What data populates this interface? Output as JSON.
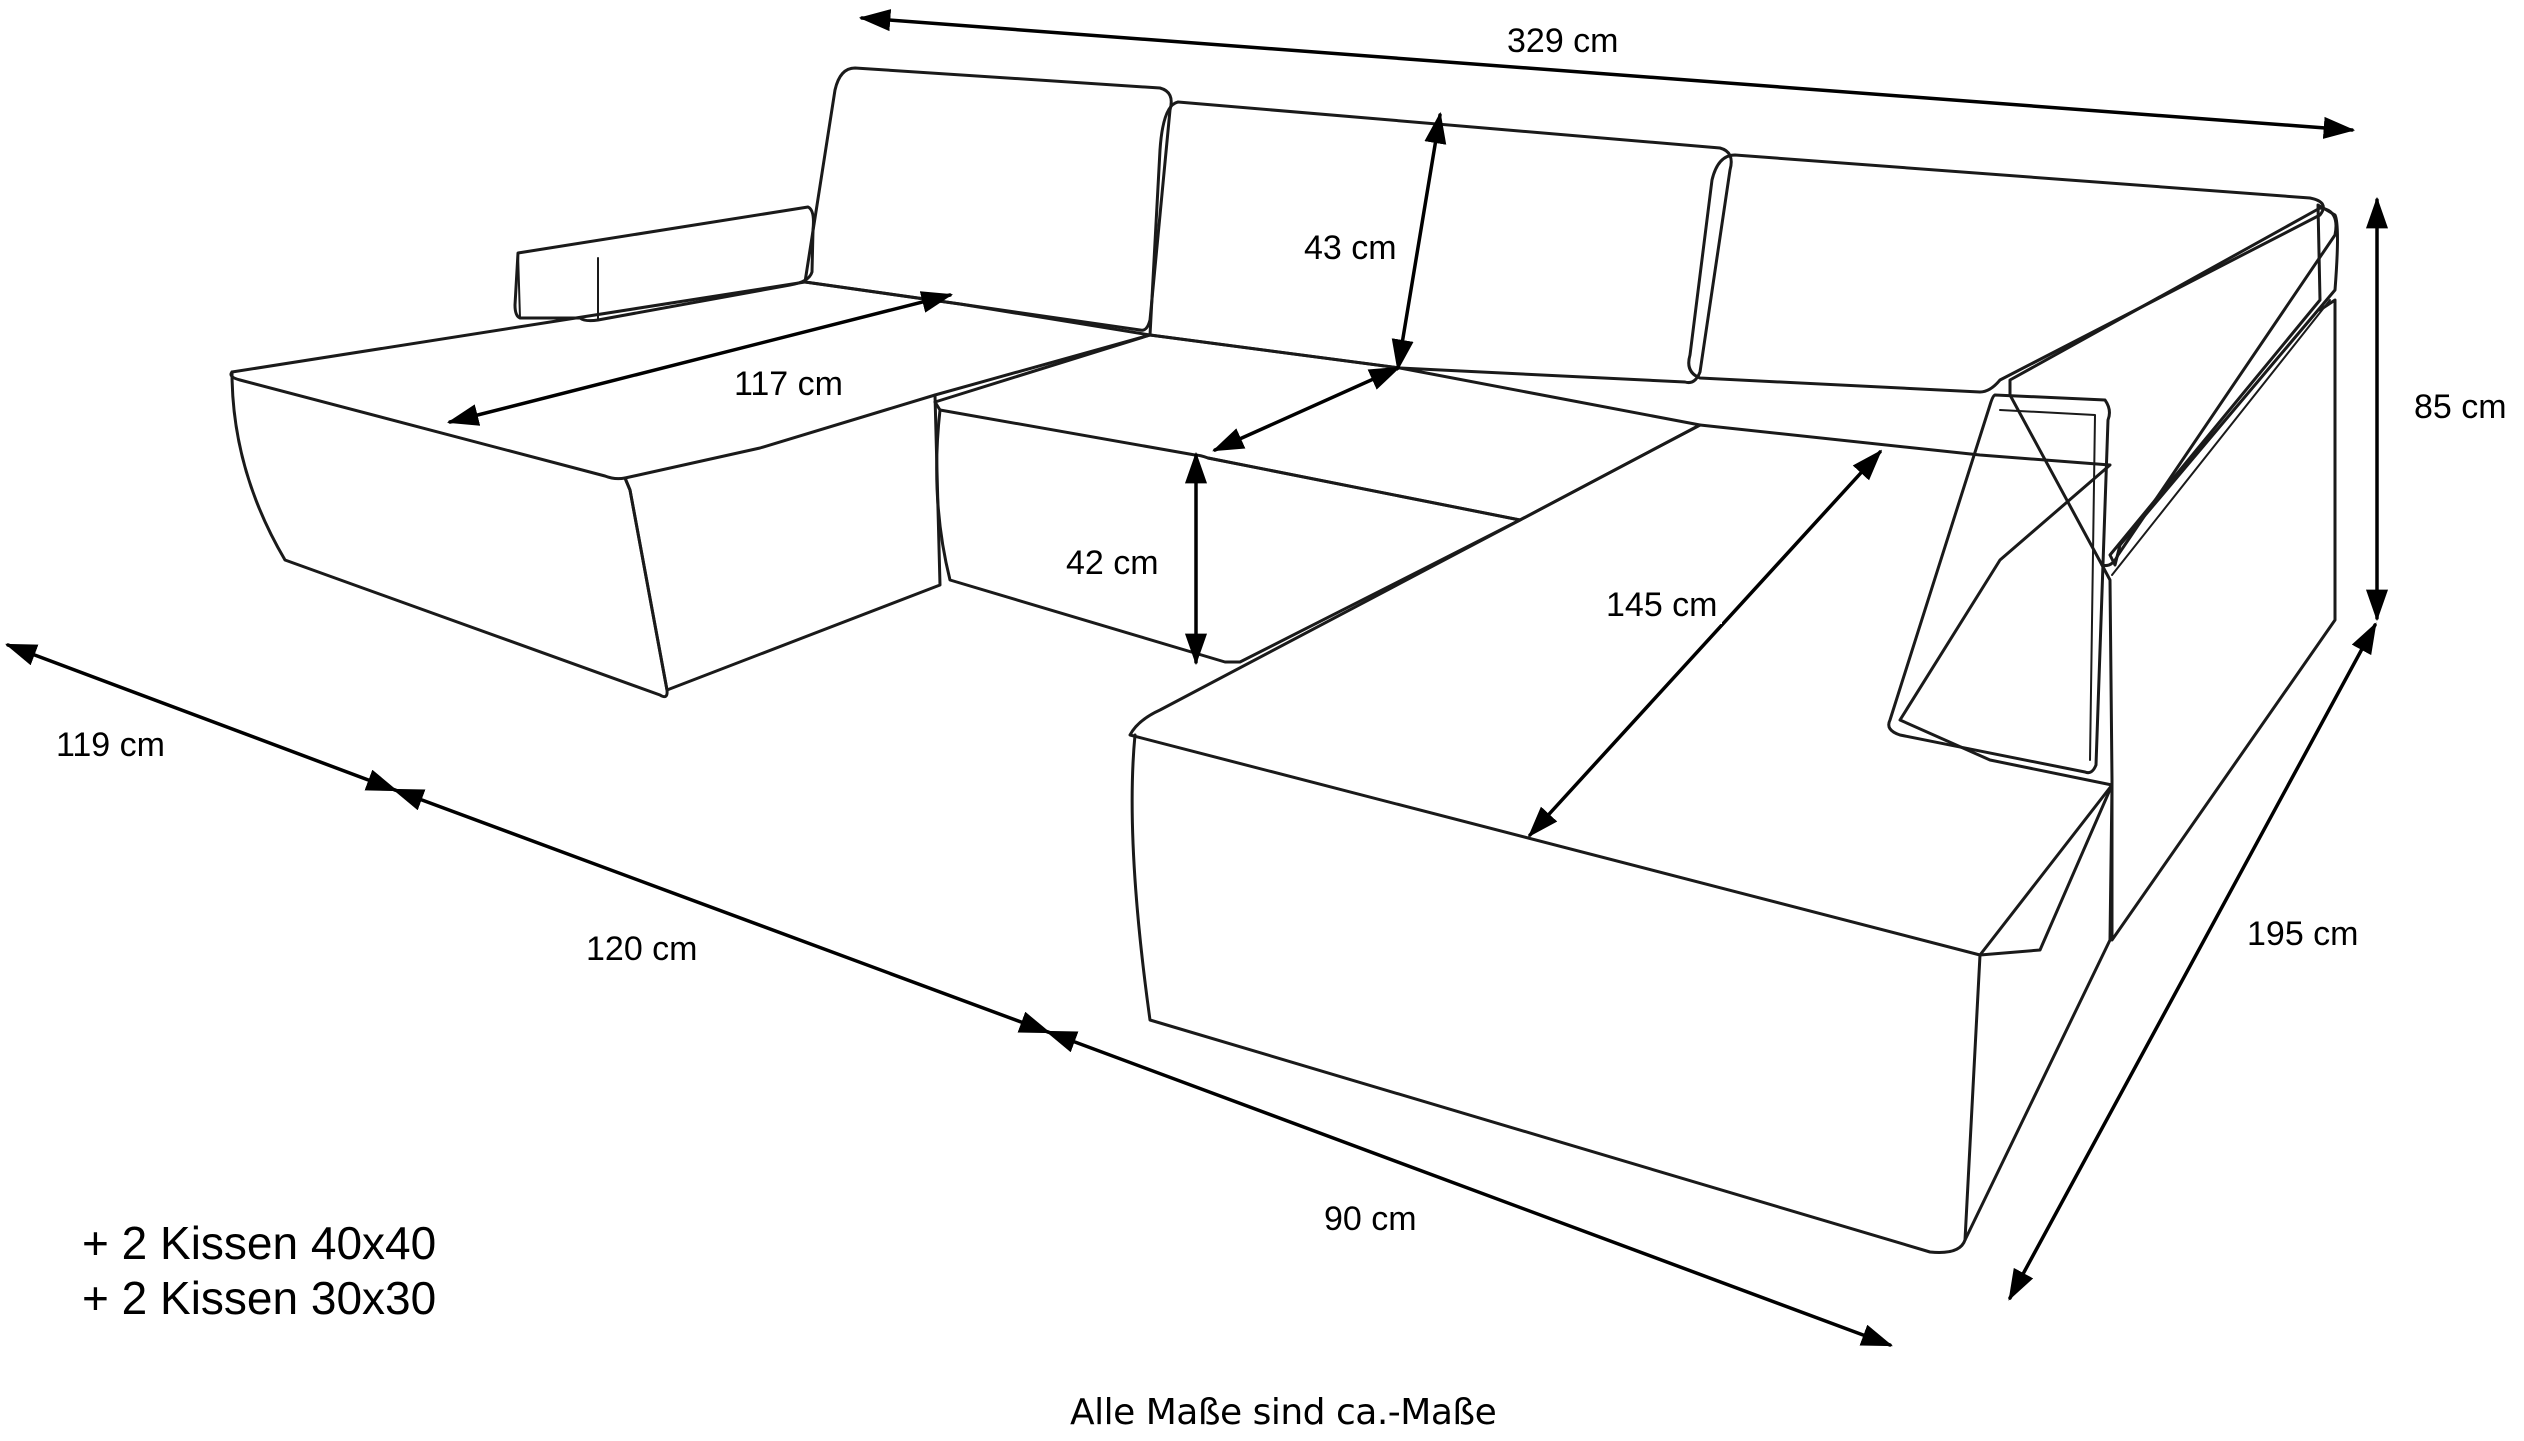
{
  "dimensions": {
    "total_width": "329 cm",
    "total_height": "85 cm",
    "total_depth": "195 cm",
    "back_height": "43 cm",
    "seat_height": "42 cm",
    "left_chaise_length": "117 cm",
    "right_chaise_length": "145 cm",
    "left_chaise_width": "119 cm",
    "middle_width": "120 cm",
    "right_chaise_width": "90 cm"
  },
  "cushions": {
    "line1": "+ 2 Kissen 40x40",
    "line2": "+ 2 Kissen 30x30"
  },
  "footer": {
    "disclaimer": "Alle Maße sind ca.-Maße"
  },
  "colors": {
    "line": "#1a1a1a",
    "background": "#ffffff"
  }
}
